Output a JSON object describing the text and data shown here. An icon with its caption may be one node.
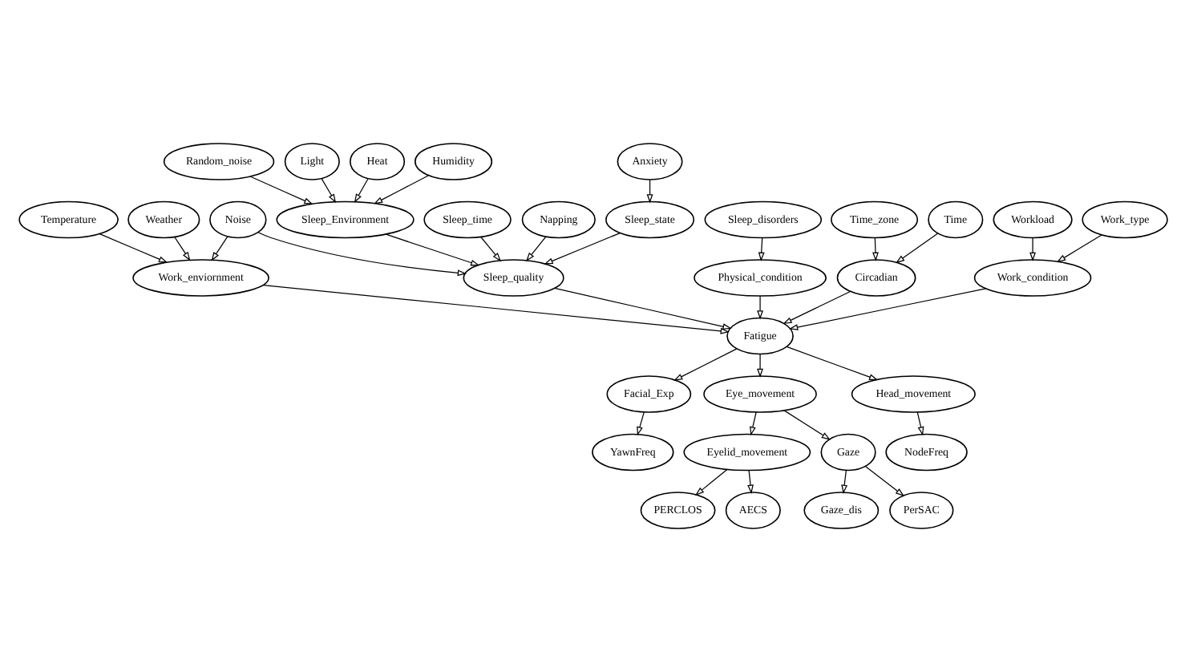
{
  "diagram": {
    "nodes": [
      {
        "text": [
          "Random_noise"
        ]
      },
      {
        "text": [
          "Light"
        ]
      },
      {
        "text": [
          "Heat"
        ]
      },
      {
        "text": [
          "Humidity"
        ]
      },
      {
        "text": [
          "Anxiety"
        ]
      },
      {
        "text": [
          "Sleep_Environment"
        ]
      },
      {
        "text": [
          "Sleep_time"
        ]
      },
      {
        "text": [
          "Napping"
        ]
      },
      {
        "text": [
          "Sleep_state"
        ]
      },
      {
        "text": [
          "Time_zone"
        ]
      },
      {
        "text": [
          "Time"
        ]
      },
      {
        "text": [
          "Temperature"
        ]
      },
      {
        "text": [
          "Weather"
        ]
      },
      {
        "text": [
          "Noise"
        ]
      },
      {
        "text": [
          "Sleep_disorders"
        ]
      },
      {
        "text": [
          "Workload"
        ]
      },
      {
        "text": [
          "Work_type"
        ]
      },
      {
        "text": [
          "Work_enviornment"
        ]
      },
      {
        "text": [
          "Sleep_quality"
        ]
      },
      {
        "text": [
          "Physical_condition"
        ]
      },
      {
        "text": [
          "Circadian"
        ]
      },
      {
        "text": [
          "Work_condition"
        ]
      },
      {
        "text": [
          "Fatigue"
        ]
      },
      {
        "text": [
          "Facial_Exp"
        ]
      },
      {
        "text": [
          "Eye_movement"
        ]
      },
      {
        "text": [
          "Head_movement"
        ]
      },
      {
        "text": [
          "YawnFreq"
        ]
      },
      {
        "text": [
          "Eyelid_movement"
        ]
      },
      {
        "text": [
          "Gaze"
        ]
      },
      {
        "text": [
          "NodeFreq"
        ]
      },
      {
        "text": [
          "PERCLOS"
        ]
      },
      {
        "text": [
          "AECS"
        ]
      },
      {
        "text": [
          "Gaze_dis"
        ]
      },
      {
        "text": [
          "PerSAC"
        ]
      }
    ],
    "edges": [
      {
        "from": 0,
        "to": 5,
        "arrow": "to"
      },
      {
        "from": 1,
        "to": 5,
        "arrow": "to"
      },
      {
        "from": 2,
        "to": 5,
        "arrow": "to"
      },
      {
        "from": 3,
        "to": 5,
        "arrow": "to"
      },
      {
        "from": 4,
        "to": 8,
        "arrow": "to"
      },
      {
        "from": 5,
        "to": 18,
        "arrow": "to"
      },
      {
        "from": 6,
        "to": 18,
        "arrow": "to"
      },
      {
        "from": 13,
        "to": 18,
        "arrow": "to"
      },
      {
        "from": 7,
        "to": 18,
        "arrow": "to"
      },
      {
        "from": 8,
        "to": 18,
        "arrow": "to"
      },
      {
        "from": 11,
        "to": 17,
        "arrow": "to"
      },
      {
        "from": 12,
        "to": 17,
        "arrow": "to"
      },
      {
        "from": 13,
        "to": 17,
        "arrow": "to"
      },
      {
        "from": 14,
        "to": 19,
        "arrow": "to"
      },
      {
        "from": 9,
        "to": 20,
        "arrow": "to"
      },
      {
        "from": 10,
        "to": 20,
        "arrow": "to"
      },
      {
        "from": 15,
        "to": 21,
        "arrow": "to"
      },
      {
        "from": 16,
        "to": 21,
        "arrow": "to"
      },
      {
        "from": 17,
        "to": 22,
        "arrow": "to"
      },
      {
        "from": 18,
        "to": 22,
        "arrow": "to"
      },
      {
        "from": 19,
        "to": 22,
        "arrow": "to"
      },
      {
        "from": 20,
        "to": 22,
        "arrow": "to"
      },
      {
        "from": 21,
        "to": 22,
        "arrow": "to"
      },
      {
        "from": 22,
        "to": 23,
        "arrow": "to"
      },
      {
        "from": 22,
        "to": 24,
        "arrow": "to"
      },
      {
        "from": 22,
        "to": 25,
        "arrow": "to"
      },
      {
        "from": 23,
        "to": 26,
        "arrow": "to"
      },
      {
        "from": 24,
        "to": 27,
        "arrow": "to"
      },
      {
        "from": 24,
        "to": 28,
        "arrow": "to"
      },
      {
        "from": 25,
        "to": 29,
        "arrow": "to"
      },
      {
        "from": 27,
        "to": 30,
        "arrow": "to"
      },
      {
        "from": 27,
        "to": 31,
        "arrow": "to"
      },
      {
        "from": 28,
        "to": 32,
        "arrow": "to"
      },
      {
        "from": 28,
        "to": 33,
        "arrow": "to"
      }
    ]
  }
}
